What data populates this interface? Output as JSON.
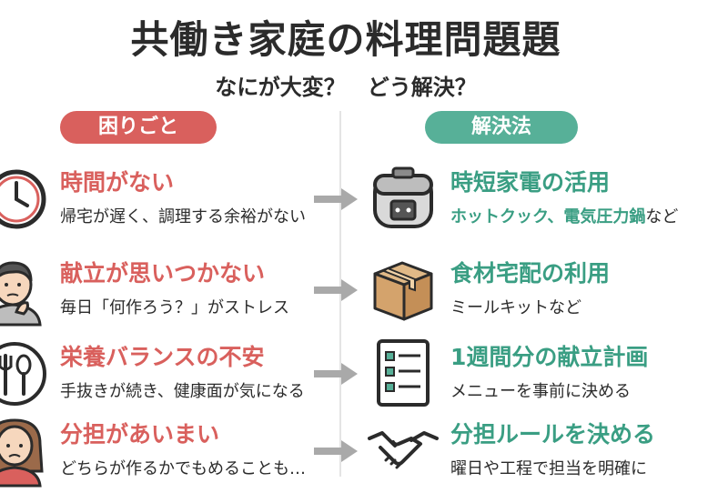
{
  "header": {
    "title": "共働き家庭の料理問題題",
    "subtitle": "なにが大変？　どう解決？"
  },
  "columns": {
    "problems_label": "困りごと",
    "solutions_label": "解決法"
  },
  "rows": [
    {
      "problem": {
        "title": "時間がない",
        "desc": "帰宅が遅く、調理する余裕がない",
        "icon": "clock-icon"
      },
      "solution": {
        "title": "時短家電の活用",
        "desc_accent": "ホットクック、電気圧力鍋",
        "desc_tail": "など",
        "icon": "rice-cooker-icon"
      }
    },
    {
      "problem": {
        "title": "献立が思いつかない",
        "desc": "毎日「何作ろう？」がストレス",
        "icon": "thinking-person-icon"
      },
      "solution": {
        "title": "食材宅配の利用",
        "desc": "ミールキットなど",
        "icon": "delivery-box-icon"
      }
    },
    {
      "problem": {
        "title": "栄養バランスの不安",
        "desc": "手抜きが続き、健康面が気になる",
        "icon": "fork-spoon-icon"
      },
      "solution": {
        "title": "1週間分の献立計画",
        "desc": "メニューを事前に決める",
        "icon": "checklist-icon"
      }
    },
    {
      "problem": {
        "title": "分担があいまい",
        "desc": "どちらが作るかでもめることも…",
        "icon": "worried-woman-icon"
      },
      "solution": {
        "title": "分担ルールを決める",
        "desc": "曜日や工程で担当を明確に",
        "icon": "handshake-icon"
      }
    }
  ],
  "colors": {
    "problem_accent": "#d9605d",
    "solution_accent": "#57b098",
    "arrow": "#a9a9a9",
    "text": "#2b2b2b"
  }
}
